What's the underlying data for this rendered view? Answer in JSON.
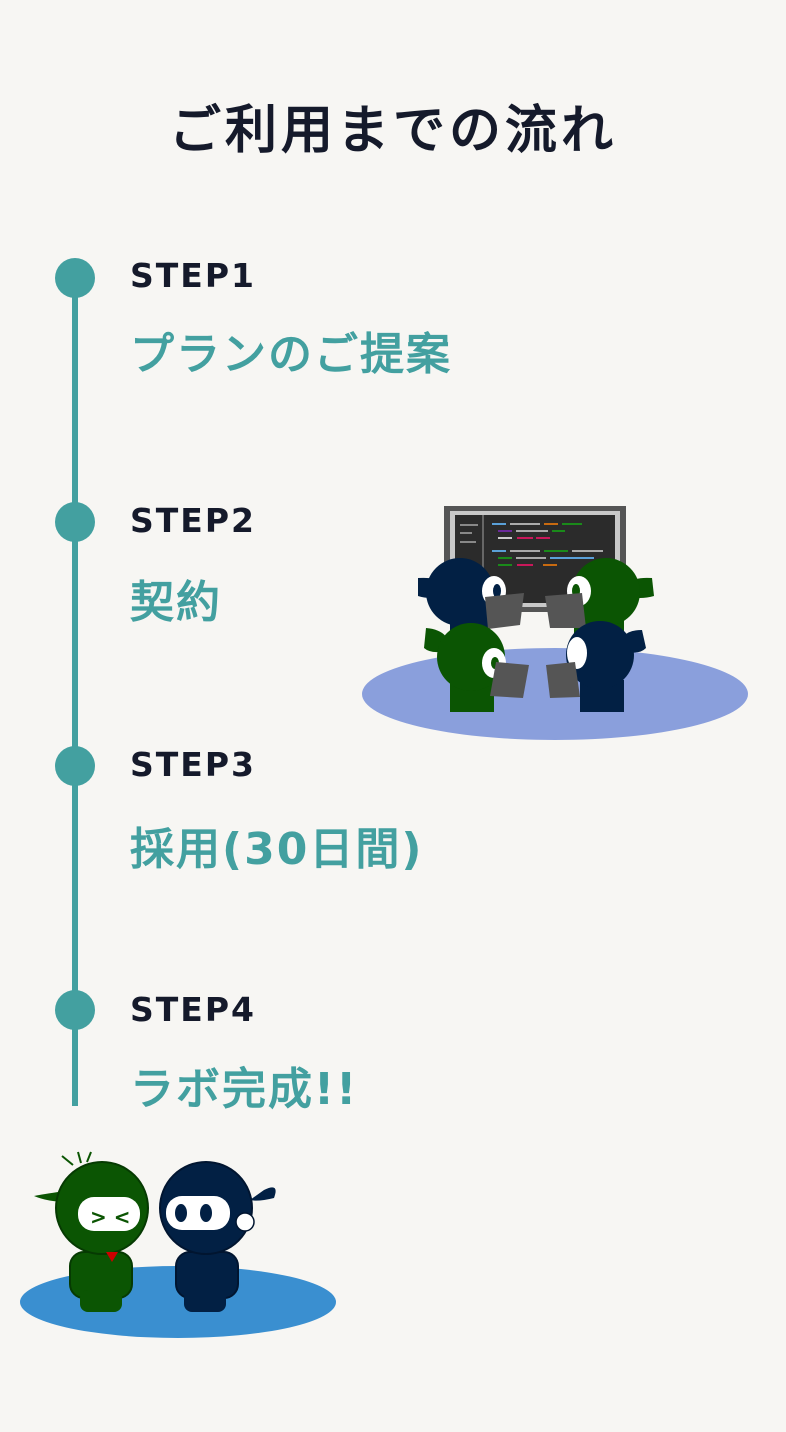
{
  "title": "ご利用までの流れ",
  "steps": [
    {
      "label": "STEP1",
      "title": "プランのご提案"
    },
    {
      "label": "STEP2",
      "title": "契約"
    },
    {
      "label": "STEP3",
      "title": "採用(30日間)"
    },
    {
      "label": "STEP4",
      "title": "ラボ完成!!"
    }
  ],
  "colors": {
    "accent": "#43a0a0",
    "text": "#151a2b",
    "background": "#f7f6f3"
  }
}
